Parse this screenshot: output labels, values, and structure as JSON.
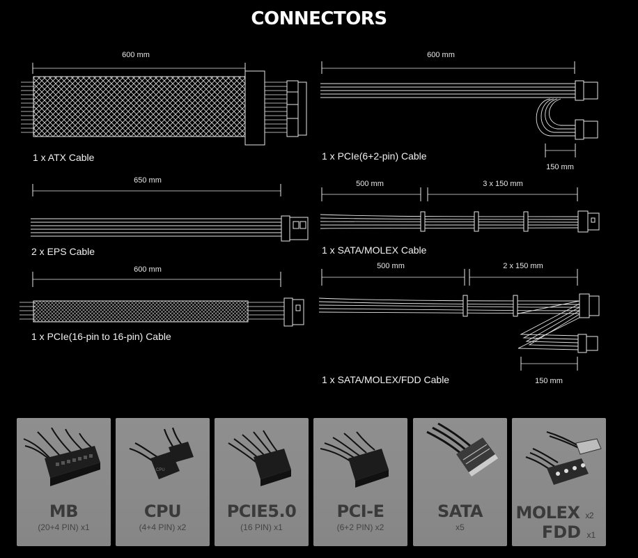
{
  "page_title": "CONNECTORS",
  "cables": [
    {
      "caption": "1 x ATX Cable",
      "length": "600 mm"
    },
    {
      "caption": "2 x EPS Cable",
      "length": "650 mm"
    },
    {
      "caption": "1 x PCIe(16-pin to 16-pin) Cable",
      "length": "600 mm"
    },
    {
      "caption": "1 x PCIe(6+2-pin) Cable",
      "length": "600 mm",
      "extra": "150 mm"
    },
    {
      "caption": "1 x SATA/MOLEX Cable",
      "length": "500 mm",
      "extra": "3 x 150 mm"
    },
    {
      "caption": "1 x SATA/MOLEX/FDD Cable",
      "length": "500 mm",
      "extra": "2 x 150 mm",
      "extra2": "150 mm"
    }
  ],
  "connectors": [
    {
      "name": "MB",
      "detail": "(20+4 PIN) x1",
      "icon": "atx-connector-icon"
    },
    {
      "name": "CPU",
      "detail": "(4+4 PIN) x2",
      "icon": "cpu-connector-icon"
    },
    {
      "name": "PCIE5.0",
      "detail": "(16 PIN) x1",
      "icon": "pcie5-connector-icon"
    },
    {
      "name": "PCI-E",
      "detail": "(6+2 PIN) x2",
      "icon": "pcie-connector-icon"
    },
    {
      "name": "SATA",
      "detail": "x5",
      "icon": "sata-connector-icon"
    },
    {
      "name": "MOLEX",
      "name_count": "x2",
      "name2": "FDD",
      "name2_count": "x1",
      "icon": "molex-connector-icon"
    }
  ]
}
